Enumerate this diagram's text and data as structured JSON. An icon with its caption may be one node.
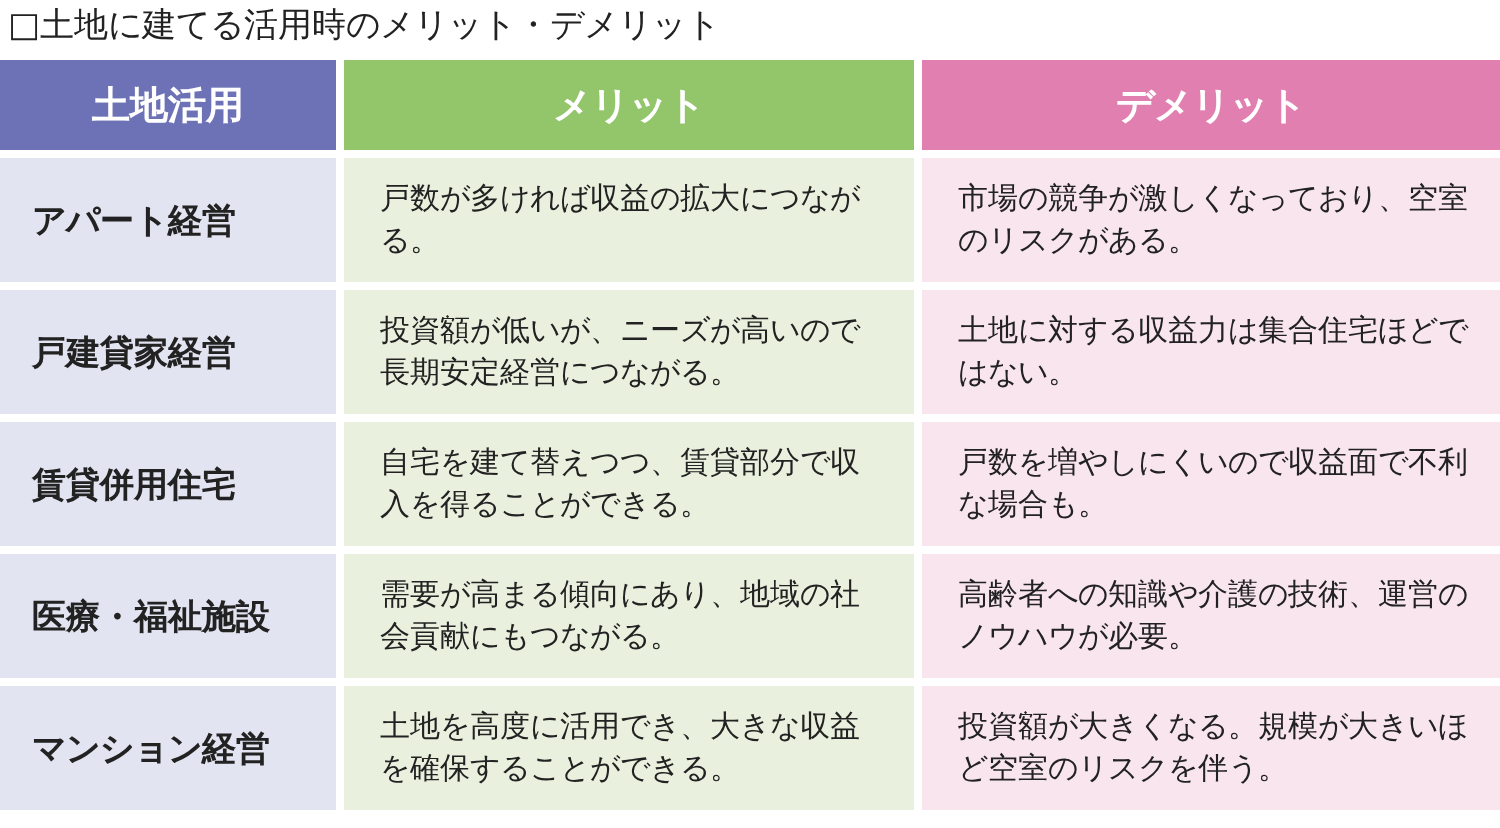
{
  "diagram": {
    "title": "□土地に建てる活用時のメリット・デメリット",
    "labels": [
      "土地活用",
      "メリット",
      "デメリット",
      "アパート経営",
      "戸数が多ければ収益の拡大につながる。",
      "市場の競争が激しくなっており、空室のリスクがある。",
      "戸建貸家経営",
      "投資額が低いが、ニーズが高いので長期安定経営につながる。",
      "土地に対する収益力は集合住宅ほどではない。",
      "賃貸併用住宅",
      "自宅を建て替えつつ、賃貸部分で収入を得ることができる。",
      "戸数を増やしにくいので収益面で不利な場合も。",
      "医療・福祉施設",
      "需要が高まる傾向にあり、地域の社会貢献にもつながる。",
      "高齢者への知識や介護の技術、運営のノウハウが必要。",
      "マンション経営",
      "土地を高度に活用でき、大きな収益を確保することができる。",
      "投資額が大きくなる。規模が大きいほど空室のリスクを伴う。"
    ]
  }
}
